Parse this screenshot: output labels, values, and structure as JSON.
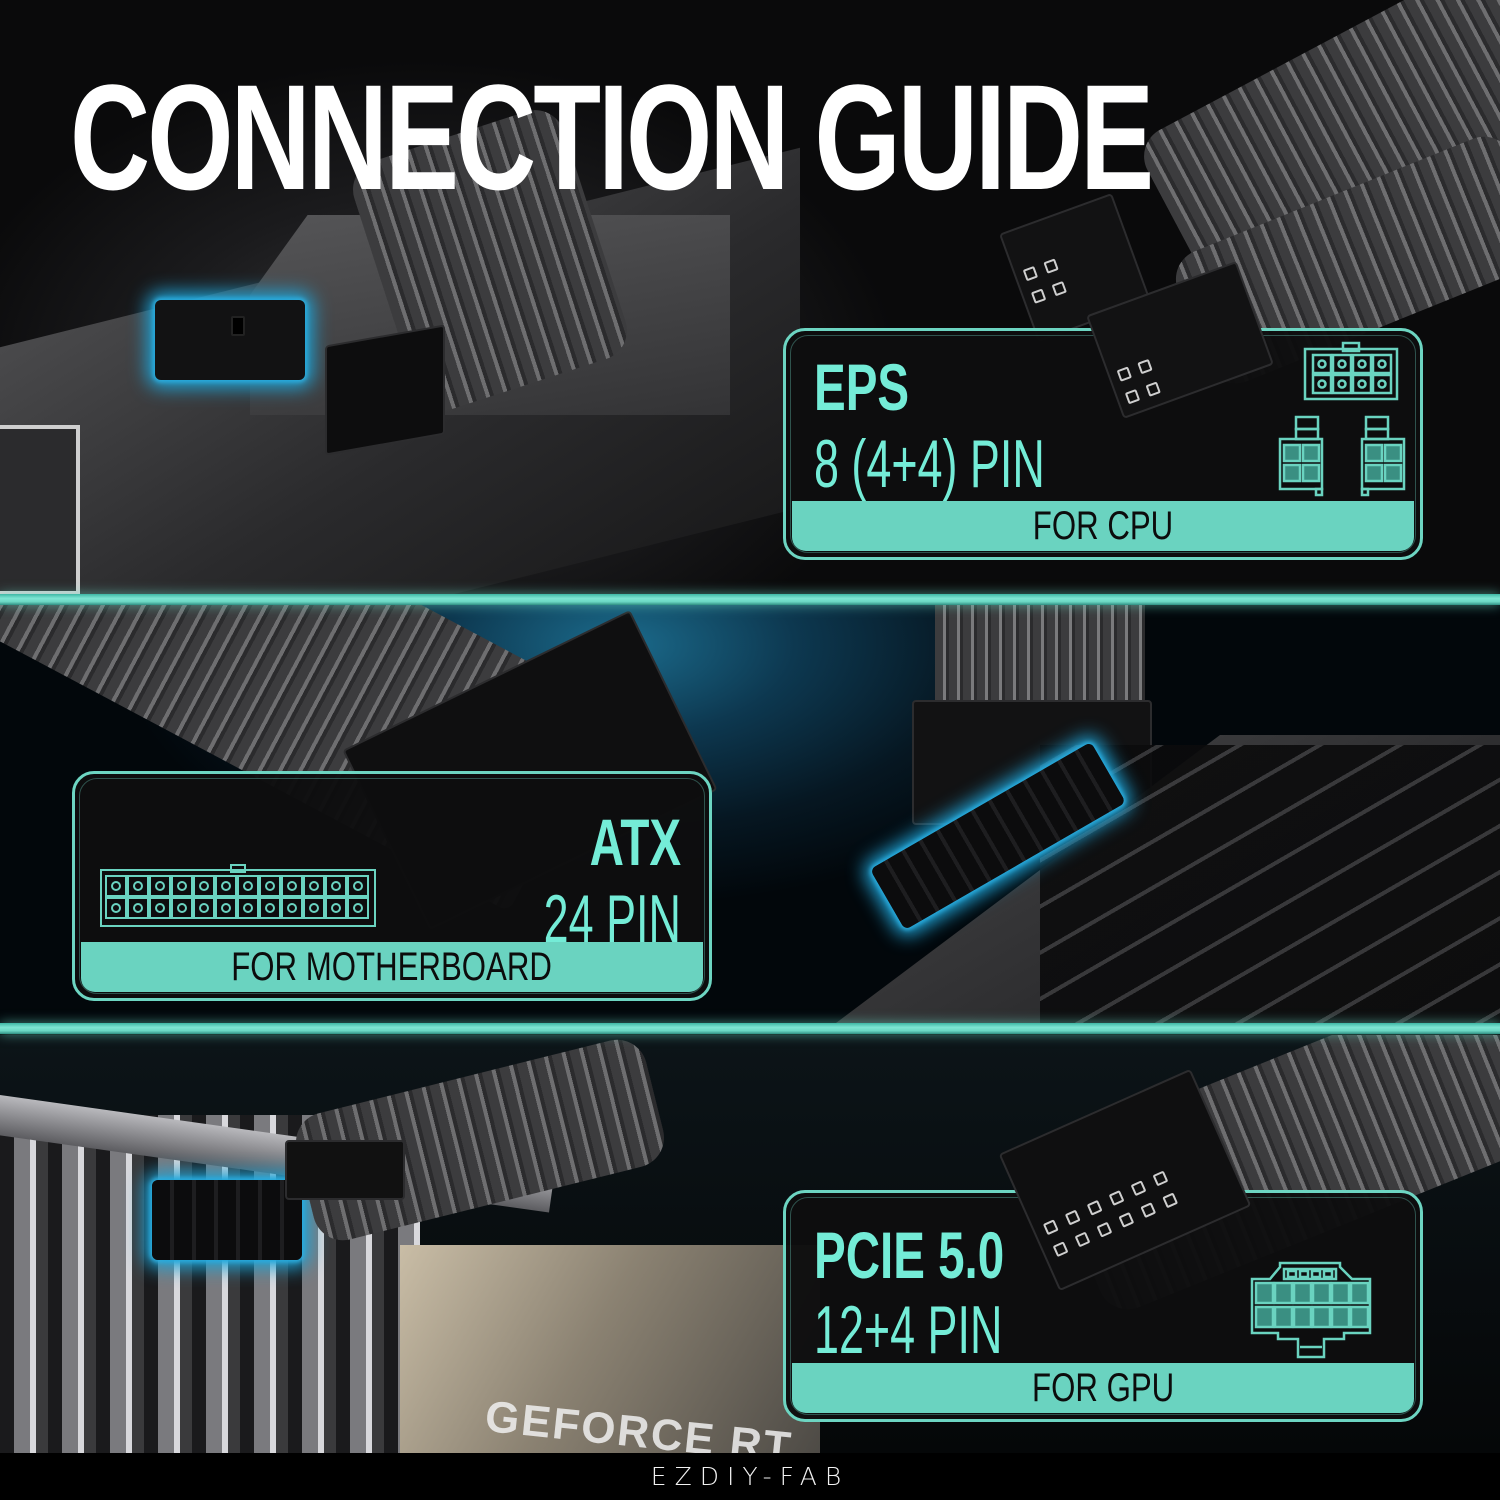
{
  "title": "CONNECTION GUIDE",
  "brand": "EZDIY-FAB",
  "accent_color": "#6ad3c0",
  "headline_color": "#74ecd7",
  "glow_color": "#1fa3d6",
  "background_color": "#000000",
  "panels": [
    {
      "id": "eps",
      "headline": "EPS",
      "subline": "8 (4+4) PIN",
      "footer": "FOR CPU",
      "diagram_icon": "eps-8pin-connector-icon",
      "diagram_layout": {
        "rows": 2,
        "cols": 4,
        "split_pieces": 2
      }
    },
    {
      "id": "atx",
      "headline": "ATX",
      "subline": "24 PIN",
      "footer": "FOR MOTHERBOARD",
      "diagram_icon": "atx-24pin-connector-icon",
      "diagram_layout": {
        "rows": 2,
        "cols": 12
      }
    },
    {
      "id": "pcie",
      "headline": "PCIE 5.0",
      "subline": "12+4 PIN",
      "footer": "FOR GPU",
      "diagram_icon": "pcie5-12plus4pin-connector-icon",
      "diagram_layout": {
        "rows": 2,
        "cols": 6,
        "sense_pins": 4
      }
    }
  ],
  "scene": {
    "gpu_label": "GEFORCE RT"
  }
}
